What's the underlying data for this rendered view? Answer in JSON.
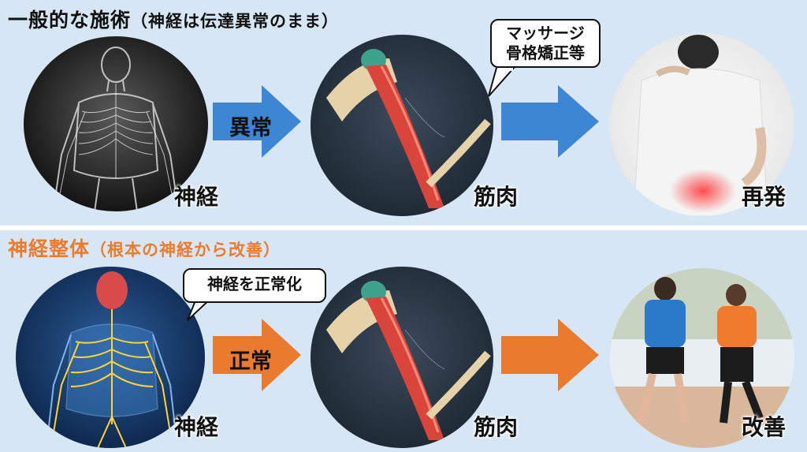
{
  "top": {
    "title": "一般的な施術",
    "subtitle": "（神経は伝達異常のまま）",
    "arrow1_label": "異常",
    "bubble_line1": "マッサージ",
    "bubble_line2": "骨格矯正等",
    "nerve_label": "神経",
    "muscle_label": "筋肉",
    "result_label": "再発"
  },
  "bottom": {
    "title": "神経整体",
    "subtitle": "（根本の神経から改善）",
    "arrow1_label": "正常",
    "bubble_text": "神経を正常化",
    "nerve_label": "神経",
    "muscle_label": "筋肉",
    "result_label": "改善"
  },
  "colors": {
    "blue_arrow": "#3d86d4",
    "orange_arrow": "#ea7a2e",
    "orange_title": "#ee7a2c",
    "background": "#d6e6f4"
  }
}
